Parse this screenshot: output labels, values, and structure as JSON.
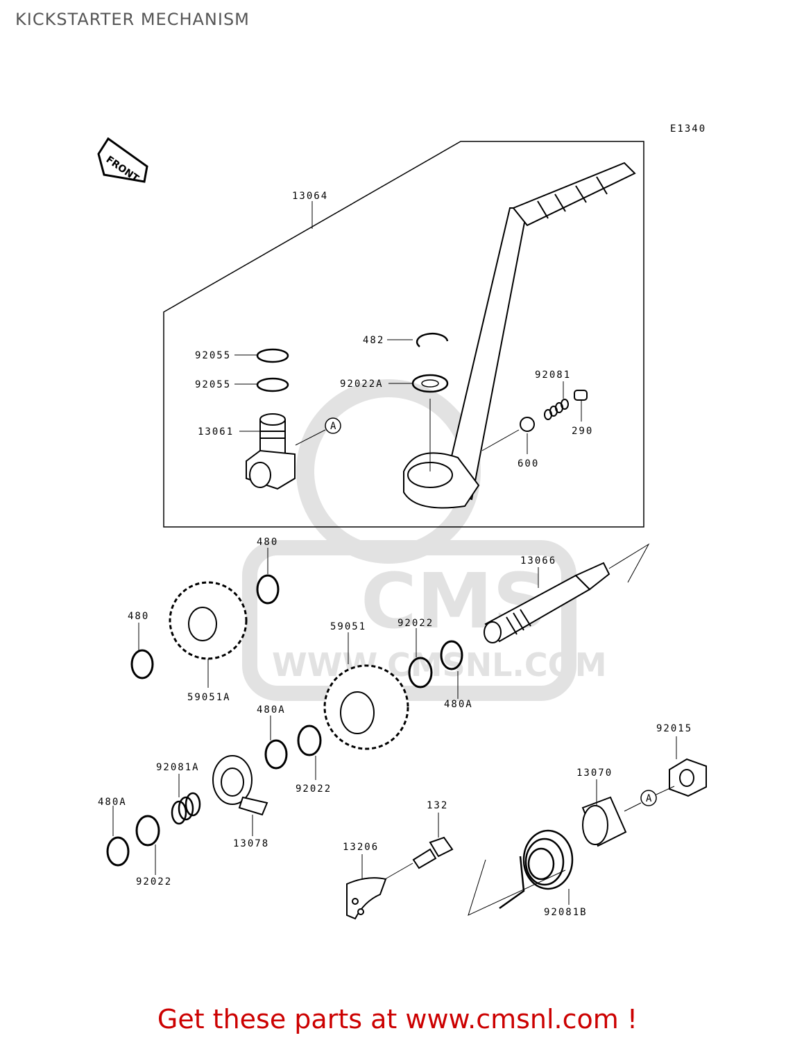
{
  "page_title": "KICKSTARTER MECHANISM",
  "footer_text": "Get these parts at www.cmsnl.com !",
  "diagram_code": "E1340",
  "front_label": "FRONT",
  "reference_marker": "A",
  "watermark": {
    "logo_text": "CMS",
    "url_text": "WWW.CMSNL.COM"
  },
  "colors": {
    "footer_red": "#cc0000",
    "line": "#000000",
    "watermark_gray": "#e2e2e2"
  },
  "callouts": {
    "c13064": "13064",
    "c482": "482",
    "c92055_1": "92055",
    "c92055_2": "92055",
    "c92022A": "92022A",
    "c92081": "92081",
    "c13061": "13061",
    "c290": "290",
    "c600": "600",
    "c480_1": "480",
    "c13066": "13066",
    "c480_2": "480",
    "c59051": "59051",
    "c92022_1": "92022",
    "c59051A": "59051A",
    "c480A_1": "480A",
    "c480A_2": "480A",
    "c92015": "92015",
    "c92081A": "92081A",
    "c13070": "13070",
    "c92022_2": "92022",
    "c132": "132",
    "c480A_3": "480A",
    "c13078": "13078",
    "c13206": "13206",
    "c92022_3": "92022",
    "c92081B": "92081B"
  }
}
